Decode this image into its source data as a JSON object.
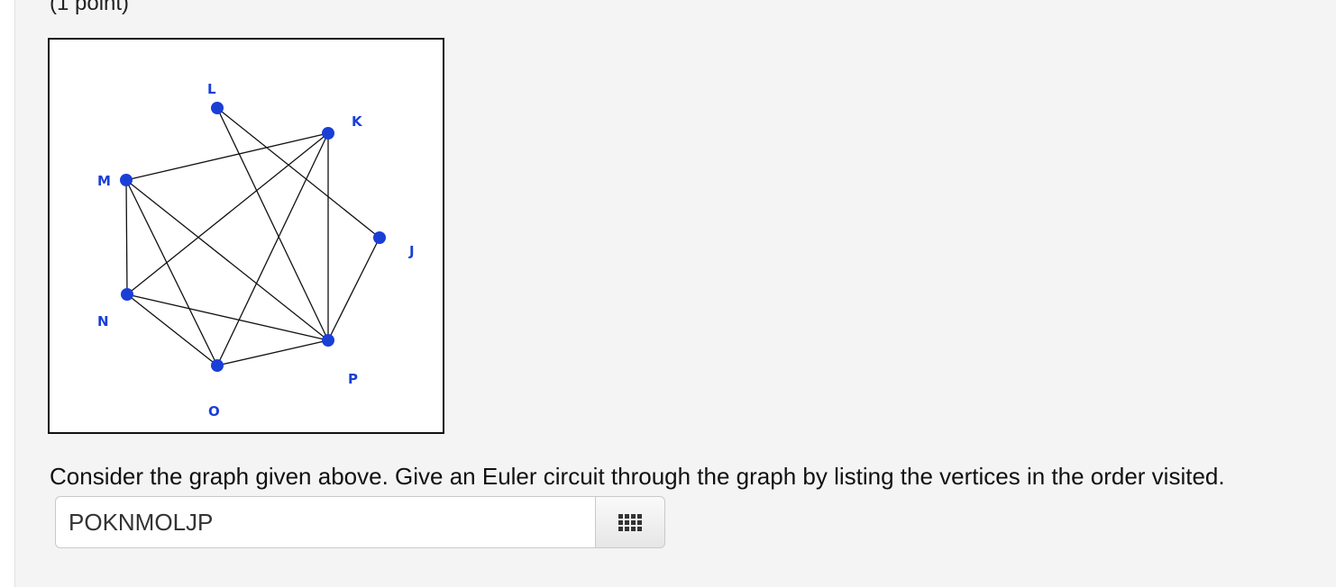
{
  "points_label": "(1 point)",
  "question": "Consider the graph given above. Give an Euler circuit through the graph by listing the vertices in the order visited.",
  "answer": {
    "value": "POKNMOLJP"
  },
  "graph": {
    "vertices": [
      {
        "id": "L",
        "label": "L"
      },
      {
        "id": "K",
        "label": "K"
      },
      {
        "id": "M",
        "label": "M"
      },
      {
        "id": "J",
        "label": "J"
      },
      {
        "id": "N",
        "label": "N"
      },
      {
        "id": "P",
        "label": "P"
      },
      {
        "id": "O",
        "label": "O"
      }
    ],
    "edges": [
      [
        "L",
        "P"
      ],
      [
        "L",
        "J"
      ],
      [
        "K",
        "M"
      ],
      [
        "K",
        "N"
      ],
      [
        "K",
        "O"
      ],
      [
        "K",
        "P"
      ],
      [
        "M",
        "N"
      ],
      [
        "M",
        "P"
      ],
      [
        "M",
        "O"
      ],
      [
        "N",
        "O"
      ],
      [
        "N",
        "P"
      ],
      [
        "O",
        "P"
      ],
      [
        "J",
        "P"
      ]
    ],
    "vertex_color": "#1a3fd6",
    "edge_color": "#111111"
  },
  "icons": {
    "keypad": "keypad-grid-icon"
  }
}
